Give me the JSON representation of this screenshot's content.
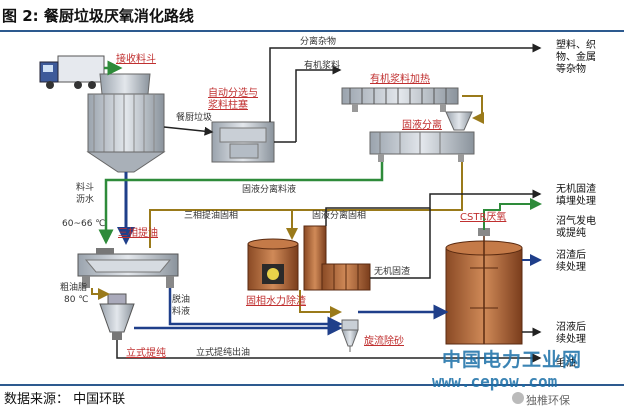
{
  "title": "图 2:  餐厨垃圾厌氧消化路线",
  "footer": "数据来源：  中国环联",
  "watermark": {
    "line1": "中国电力工业网",
    "line2": "www.cepow.com",
    "account": "独椎环保"
  },
  "colors": {
    "green": "#2e8b3a",
    "blue": "#1f3f8a",
    "gold": "#9a7a1a",
    "dark": "#222222",
    "red": "#c03030",
    "accent": "#2d5a8f"
  },
  "labels": {
    "receiving_hopper": "接收料斗",
    "auto_sort": "自动分选与",
    "auto_sort2": "浆料柱塞",
    "food_waste": "餐厨垃圾",
    "sep_debris": "分离杂物",
    "organic_slurry": "有机浆料",
    "slurry_heat": "有机浆料加热",
    "solid_liquid": "固液分离",
    "sl_sep_liquid": "固液分离料液",
    "hopper": "料斗",
    "bleed": "沥水",
    "temp1": "60~66 ℃",
    "three_phase": "三相提油",
    "three_phase_coarse": "三相提油固相",
    "sl_sep_coarse": "固液分离固相",
    "crude_oil": "粗油脂",
    "temp2": "80 ℃",
    "deoil_liquid1": "脱油",
    "deoil_liquid2": "料液",
    "solid_hydro": "固相水力除渣",
    "inorg_solids": "无机固渣",
    "cyclone": "旋流除砂",
    "vertical": "立式提纯",
    "vertical_oil": "立式提纯出油",
    "cstr": "CSTR厌氧",
    "out_landfill1": "无机固渣",
    "out_landfill2": "填埋处理",
    "out_biogas1": "沼气发电",
    "out_biogas2": "或提纯",
    "out_residue1": "沼渣后",
    "out_residue2": "续处理",
    "out_liquid1": "沼液后",
    "out_liquid2": "续处理",
    "out_oil": "毛油",
    "out_debris1": "塑料、织",
    "out_debris2": "物、金属",
    "out_debris3": "等杂物"
  }
}
